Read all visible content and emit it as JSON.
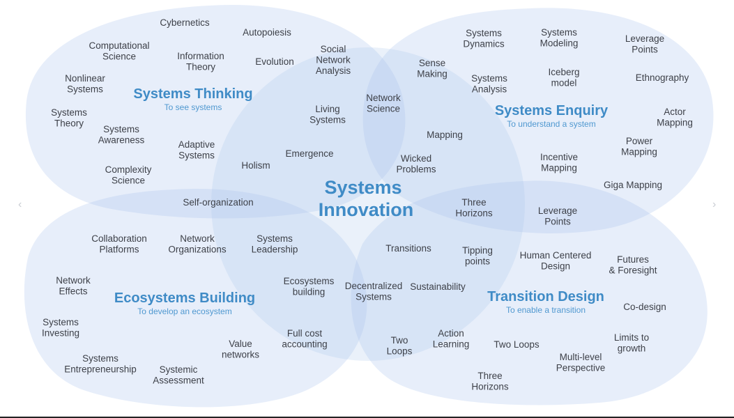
{
  "center": {
    "line1": "Systems",
    "line2": "Innovation"
  },
  "quadrants": {
    "thinking": {
      "title": "Systems Thinking",
      "subtitle": "To see systems"
    },
    "enquiry": {
      "title": "Systems Enquiry",
      "subtitle": "To understand a system"
    },
    "building": {
      "title": "Ecosystems Building",
      "subtitle": "To develop an ecosystem"
    },
    "transition": {
      "title": "Transition Design",
      "subtitle": "To enable a transition"
    }
  },
  "terms": [
    {
      "id": "cybernetics",
      "lines": [
        "Cybernetics"
      ]
    },
    {
      "id": "autopoiesis",
      "lines": [
        "Autopoiesis"
      ]
    },
    {
      "id": "computational-science",
      "lines": [
        "Computational",
        "Science"
      ]
    },
    {
      "id": "information-theory",
      "lines": [
        "Information",
        "Theory"
      ]
    },
    {
      "id": "evolution",
      "lines": [
        "Evolution"
      ]
    },
    {
      "id": "social-network-analysis",
      "lines": [
        "Social",
        "Network",
        "Analysis"
      ]
    },
    {
      "id": "nonlinear-systems",
      "lines": [
        "Nonlinear",
        "Systems"
      ]
    },
    {
      "id": "systems-theory",
      "lines": [
        "Systems",
        "Theory"
      ]
    },
    {
      "id": "systems-awareness",
      "lines": [
        "Systems",
        "Awareness"
      ]
    },
    {
      "id": "adaptive-systems",
      "lines": [
        "Adaptive",
        "Systems"
      ]
    },
    {
      "id": "complexity-science",
      "lines": [
        "Complexity",
        "Science"
      ]
    },
    {
      "id": "holism",
      "lines": [
        "Holism"
      ]
    },
    {
      "id": "emergence",
      "lines": [
        "Emergence"
      ]
    },
    {
      "id": "living-systems",
      "lines": [
        "Living",
        "Systems"
      ]
    },
    {
      "id": "network-science",
      "lines": [
        "Network",
        "Science"
      ]
    },
    {
      "id": "self-organization",
      "lines": [
        "Self-organization"
      ]
    },
    {
      "id": "systems-dynamics",
      "lines": [
        "Systems",
        "Dynamics"
      ]
    },
    {
      "id": "systems-modeling",
      "lines": [
        "Systems",
        "Modeling"
      ]
    },
    {
      "id": "leverage-points-top",
      "lines": [
        "Leverage",
        "Points"
      ]
    },
    {
      "id": "sense-making",
      "lines": [
        "Sense",
        "Making"
      ]
    },
    {
      "id": "systems-analysis",
      "lines": [
        "Systems",
        "Analysis"
      ]
    },
    {
      "id": "iceberg-model",
      "lines": [
        "Iceberg",
        "model"
      ]
    },
    {
      "id": "ethnography",
      "lines": [
        "Ethnography"
      ]
    },
    {
      "id": "actor-mapping",
      "lines": [
        "Actor",
        "Mapping"
      ]
    },
    {
      "id": "mapping",
      "lines": [
        "Mapping"
      ]
    },
    {
      "id": "wicked-problems",
      "lines": [
        "Wicked",
        "Problems"
      ]
    },
    {
      "id": "incentive-mapping",
      "lines": [
        "Incentive",
        "Mapping"
      ]
    },
    {
      "id": "power-mapping",
      "lines": [
        "Power",
        "Mapping"
      ]
    },
    {
      "id": "giga-mapping",
      "lines": [
        "Giga Mapping"
      ]
    },
    {
      "id": "three-horizons-center",
      "lines": [
        "Three",
        "Horizons"
      ]
    },
    {
      "id": "leverage-points-mid",
      "lines": [
        "Leverage",
        "Points"
      ]
    },
    {
      "id": "collaboration-platforms",
      "lines": [
        "Collaboration",
        "Platforms"
      ]
    },
    {
      "id": "network-organizations",
      "lines": [
        "Network",
        "Organizations"
      ]
    },
    {
      "id": "systems-leadership",
      "lines": [
        "Systems",
        "Leadership"
      ]
    },
    {
      "id": "transitions",
      "lines": [
        "Transitions"
      ]
    },
    {
      "id": "tipping-points",
      "lines": [
        "Tipping",
        "points"
      ]
    },
    {
      "id": "human-centered-design",
      "lines": [
        "Human Centered",
        "Design"
      ]
    },
    {
      "id": "futures-foresight",
      "lines": [
        "Futures",
        "& Foresight"
      ]
    },
    {
      "id": "network-effects",
      "lines": [
        "Network",
        "Effects"
      ]
    },
    {
      "id": "ecosystems-building-term",
      "lines": [
        "Ecosystems",
        "building"
      ]
    },
    {
      "id": "decentralized-systems",
      "lines": [
        "Decentralized",
        "Systems"
      ]
    },
    {
      "id": "sustainability",
      "lines": [
        "Sustainability"
      ]
    },
    {
      "id": "co-design",
      "lines": [
        "Co-design"
      ]
    },
    {
      "id": "systems-investing",
      "lines": [
        "Systems",
        "Investing"
      ]
    },
    {
      "id": "full-cost-accounting",
      "lines": [
        "Full cost",
        "accounting"
      ]
    },
    {
      "id": "value-networks",
      "lines": [
        "Value",
        "networks"
      ]
    },
    {
      "id": "two-loops-left",
      "lines": [
        "Two",
        "Loops"
      ]
    },
    {
      "id": "action-learning",
      "lines": [
        "Action",
        "Learning"
      ]
    },
    {
      "id": "two-loops-right",
      "lines": [
        "Two Loops"
      ]
    },
    {
      "id": "limits-to-growth",
      "lines": [
        "Limits to",
        "growth"
      ]
    },
    {
      "id": "systems-entrepreneurship",
      "lines": [
        "Systems",
        "Entrepreneurship"
      ]
    },
    {
      "id": "systemic-assessment",
      "lines": [
        "Systemic",
        "Assessment"
      ]
    },
    {
      "id": "multi-level-perspective",
      "lines": [
        "Multi-level",
        "Perspective"
      ]
    },
    {
      "id": "three-horizons-bottom",
      "lines": [
        "Three",
        "Horizons"
      ]
    }
  ]
}
